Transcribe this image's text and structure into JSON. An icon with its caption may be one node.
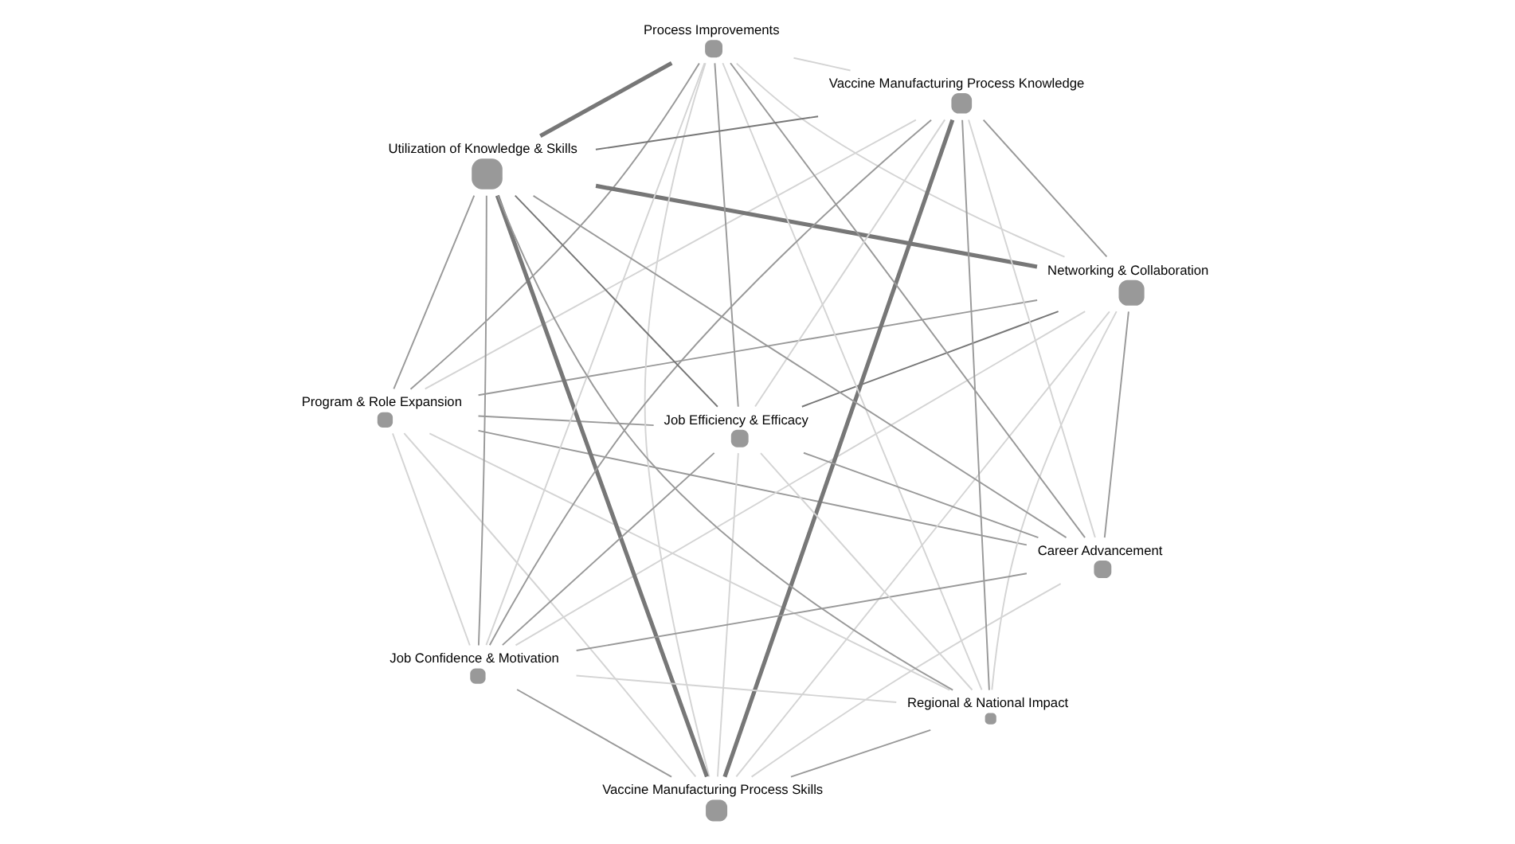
{
  "diagram": {
    "nodes": [
      {
        "text": [],
        "shape": "circle",
        "beside": [
          "Program & Role Expansion"
        ]
      },
      {
        "text": [],
        "shape": "circle",
        "beside": [
          "Networking & Collaboration"
        ]
      },
      {
        "text": [],
        "shape": "circle",
        "beside": [
          "Vaccine Manufacturing Process Skills"
        ]
      },
      {
        "text": [],
        "shape": "circle",
        "beside": [
          "Process Improvements"
        ]
      },
      {
        "text": [],
        "shape": "circle",
        "beside": [
          "Vaccine Manufacturing Process Knowledge"
        ]
      },
      {
        "text": [],
        "shape": "circle",
        "beside": [
          "Utilization of Knowledge & Skills"
        ]
      },
      {
        "text": [],
        "shape": "circle",
        "beside": [
          "Job Confidence & Motivation"
        ]
      },
      {
        "text": [],
        "shape": "circle",
        "beside": [
          "Career Advancement"
        ]
      },
      {
        "text": [],
        "shape": "circle",
        "beside": [
          "Job Efficiency & Efficacy"
        ]
      },
      {
        "text": [],
        "shape": "circle",
        "beside": [
          "Regional & National Impact"
        ]
      }
    ],
    "edges": [
      {
        "from": 0,
        "to": 1,
        "arrow": "none",
        "color": "#999999"
      },
      {
        "from": 0,
        "to": 2,
        "arrow": "none"
      },
      {
        "from": 0,
        "to": 3,
        "arrow": "none",
        "color": "#999999"
      },
      {
        "from": 0,
        "to": 4,
        "arrow": "none"
      },
      {
        "from": 0,
        "to": 5,
        "arrow": "none",
        "color": "#999999"
      },
      {
        "from": 0,
        "to": 6,
        "arrow": "none"
      },
      {
        "from": 0,
        "to": 7,
        "arrow": "none",
        "color": "#999999"
      },
      {
        "from": 0,
        "to": 8,
        "arrow": "none",
        "color": "#999999"
      },
      {
        "from": 0,
        "to": 9,
        "arrow": "none"
      },
      {
        "from": 1,
        "to": 2,
        "arrow": "none"
      },
      {
        "from": 1,
        "to": 3,
        "arrow": "none"
      },
      {
        "from": 1,
        "to": 4,
        "arrow": "none",
        "color": "#999999"
      },
      {
        "from": 1,
        "to": 5,
        "arrow": "none",
        "style": "thick",
        "color": "#777777"
      },
      {
        "from": 1,
        "to": 6,
        "arrow": "none"
      },
      {
        "from": 1,
        "to": 7,
        "arrow": "none",
        "color": "#999999"
      },
      {
        "from": 1,
        "to": 8,
        "arrow": "none",
        "color": "#777777"
      },
      {
        "from": 1,
        "to": 9,
        "arrow": "none"
      },
      {
        "from": 2,
        "to": 3,
        "arrow": "none"
      },
      {
        "from": 2,
        "to": 4,
        "arrow": "none",
        "style": "thick",
        "color": "#777777"
      },
      {
        "from": 2,
        "to": 5,
        "arrow": "none",
        "style": "thick",
        "color": "#777777"
      },
      {
        "from": 2,
        "to": 6,
        "arrow": "none",
        "color": "#999999"
      },
      {
        "from": 2,
        "to": 7,
        "arrow": "none"
      },
      {
        "from": 2,
        "to": 8,
        "arrow": "none"
      },
      {
        "from": 2,
        "to": 9,
        "arrow": "none",
        "color": "#999999"
      },
      {
        "from": 3,
        "to": 4,
        "arrow": "none"
      },
      {
        "from": 3,
        "to": 5,
        "arrow": "none",
        "style": "thick",
        "color": "#777777"
      },
      {
        "from": 3,
        "to": 6,
        "arrow": "none"
      },
      {
        "from": 3,
        "to": 7,
        "arrow": "none",
        "color": "#999999"
      },
      {
        "from": 3,
        "to": 8,
        "arrow": "none",
        "color": "#999999"
      },
      {
        "from": 3,
        "to": 9,
        "arrow": "none"
      },
      {
        "from": 4,
        "to": 5,
        "arrow": "none",
        "color": "#777777"
      },
      {
        "from": 4,
        "to": 6,
        "arrow": "none",
        "color": "#999999"
      },
      {
        "from": 4,
        "to": 7,
        "arrow": "none"
      },
      {
        "from": 4,
        "to": 8,
        "arrow": "none"
      },
      {
        "from": 4,
        "to": 9,
        "arrow": "none",
        "color": "#999999"
      },
      {
        "from": 5,
        "to": 6,
        "arrow": "none",
        "color": "#999999"
      },
      {
        "from": 5,
        "to": 7,
        "arrow": "none",
        "color": "#999999"
      },
      {
        "from": 5,
        "to": 8,
        "arrow": "none",
        "color": "#777777"
      },
      {
        "from": 5,
        "to": 9,
        "arrow": "none",
        "color": "#999999"
      },
      {
        "from": 6,
        "to": 7,
        "arrow": "none",
        "color": "#999999"
      },
      {
        "from": 6,
        "to": 8,
        "arrow": "none",
        "color": "#999999"
      },
      {
        "from": 6,
        "to": 9,
        "arrow": "none"
      },
      {
        "from": 7,
        "to": 8,
        "arrow": "none",
        "color": "#999999"
      },
      {
        "from": 8,
        "to": 9,
        "arrow": "none"
      }
    ]
  }
}
